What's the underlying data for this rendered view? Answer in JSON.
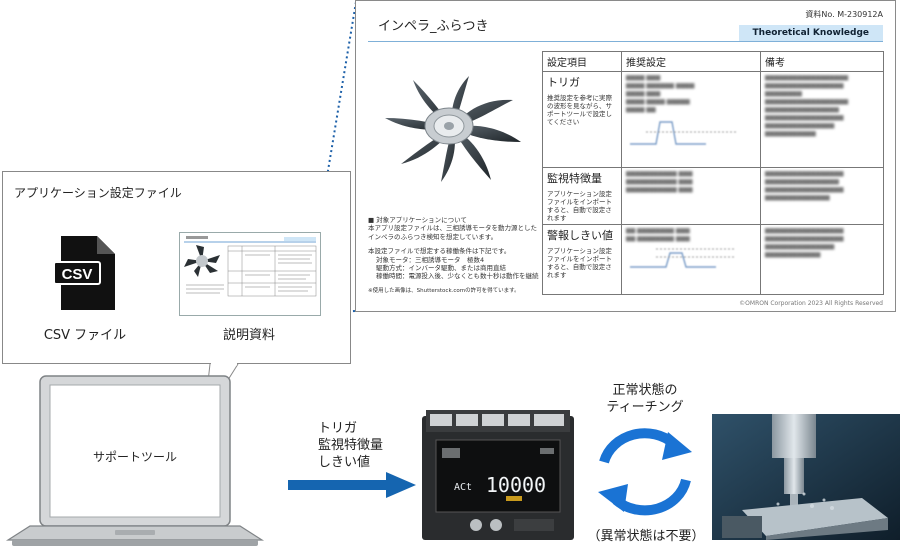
{
  "doc": {
    "number": "資料No. M-230912A",
    "title": "インペラ_ふらつき",
    "badge": "Theoretical Knowledge",
    "headers": [
      "設定項目",
      "推奨設定",
      "備考"
    ],
    "rows": [
      {
        "name": "トリガ",
        "desc": "推奨設定を参考に実際の波形を見ながら、サポートツールで設定してください"
      },
      {
        "name": "監視特徴量",
        "desc": "アプリケーション設定ファイルをインポートすると、自動で設定されます"
      },
      {
        "name": "警報しきい値",
        "desc": "アプリケーション設定ファイルをインポートすると、自動で設定されます"
      }
    ],
    "notes": [
      "■ 対象アプリケーションについて",
      "本アプリ設定ファイルは、三相誘導モータを動力源としたインペラのふらつき検知を想定しています。",
      "",
      "本設定ファイルで想定する稼働条件は下記です。",
      "対象モータ：三相誘導モータ　極数4",
      "駆動方式：インバータ駆動、または商用直結",
      "稼働時間：電源投入後、少なくとも数十秒は動作を継続",
      "",
      "※使用した画像は、Shutterstock.comの許可を得ています。"
    ],
    "footer": "©OMRON Corporation 2023 All Rights Reserved"
  },
  "app_file": {
    "title": "アプリケーション設定ファイル",
    "csv_icon_text": "CSV",
    "csv_label": "CSV ファイル",
    "doc_label": "説明資料"
  },
  "laptop": {
    "screen_text": "サポートツール"
  },
  "arrow_labels": [
    "トリガ",
    "監視特徴量",
    "しきい値"
  ],
  "device": {
    "display": "10000",
    "left_display": "ACt"
  },
  "cycle": {
    "top": [
      "正常状態の",
      "ティーチング"
    ],
    "bottom": "（異常状態は不要）"
  },
  "colors": {
    "arrow": "#1565b0",
    "cycle": "#1a73d4",
    "dotted": "#1b5fa8"
  }
}
